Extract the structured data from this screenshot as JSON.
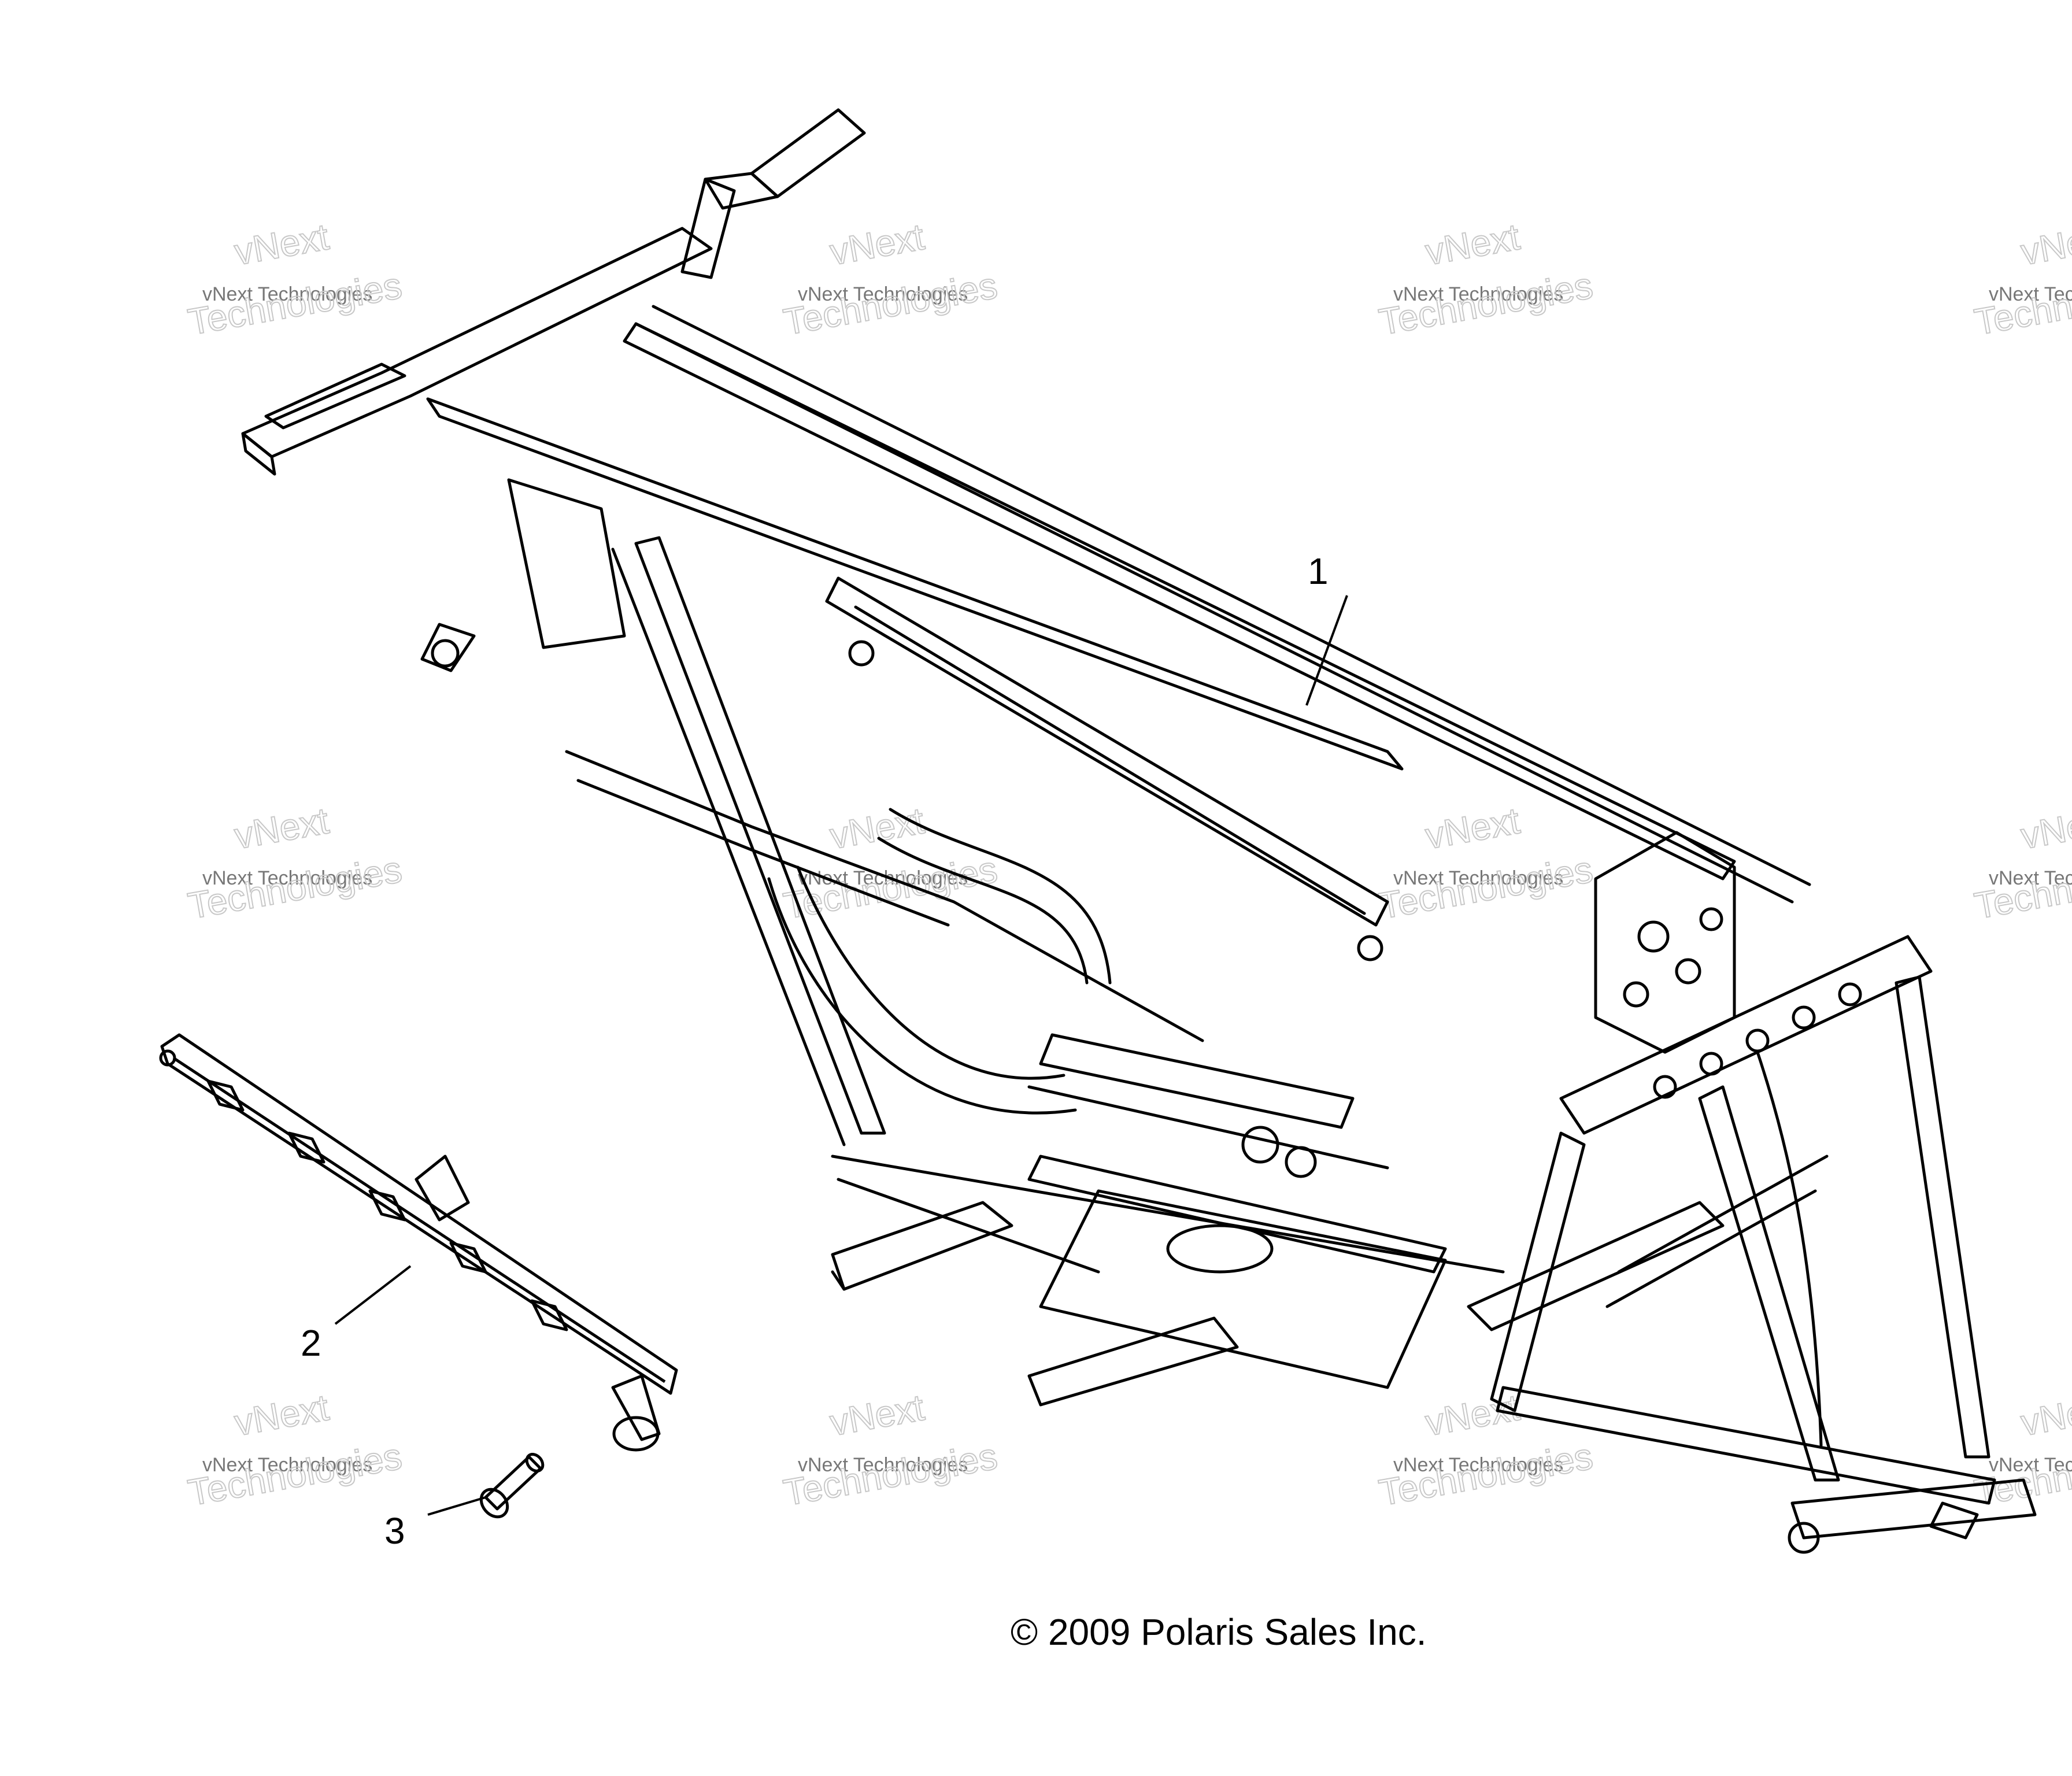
{
  "callouts": [
    {
      "id": "1",
      "label": "1"
    },
    {
      "id": "2",
      "label": "2"
    },
    {
      "id": "3",
      "label": "3"
    }
  ],
  "watermark": {
    "line_small": "vNext Technologies",
    "line_big_top": "vNext",
    "line_big_bottom": "Technologies"
  },
  "copyright": "© 2009 Polaris Sales Inc.",
  "colors": {
    "line": "#000000",
    "watermark": "#bbbbbb",
    "background": "#ffffff"
  }
}
